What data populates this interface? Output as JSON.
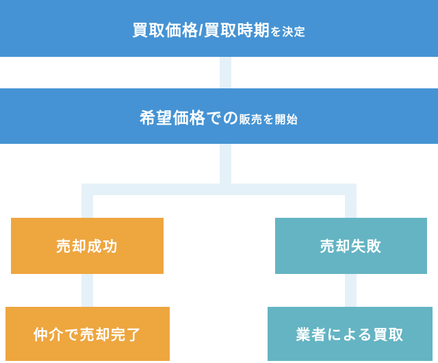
{
  "colors": {
    "bar-blue": "#4593D4",
    "box-orange": "#EEA63F",
    "box-teal": "#64B4C3",
    "connector-blue": "#E5F1F8",
    "text-white": "#FFFFFF"
  },
  "flow": {
    "step1": {
      "emphasis": "買取価格/買取時期",
      "suffix": "を決定"
    },
    "step2": {
      "emphasis": "希望価格での",
      "suffix": "販売を開始"
    },
    "branch_left": {
      "outcome": "売却成功",
      "result": "仲介で売却完了"
    },
    "branch_right": {
      "outcome": "売却失敗",
      "result": "業者による買取"
    }
  }
}
